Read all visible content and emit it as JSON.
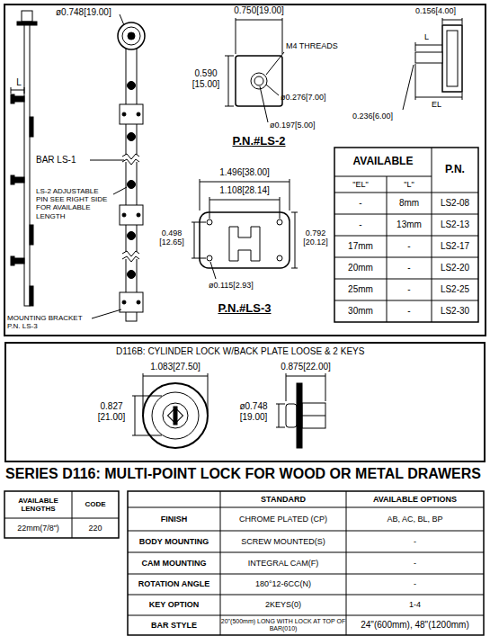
{
  "diagram": {
    "title": "SERIES D116: MULTI-POINT LOCK FOR WOOD OR METAL DRAWERS",
    "nodes": [
      {
        "text": [
          "D116B: CYLINDER LOCK W/BACK PLATE LOOSE & 2 KEYS"
        ]
      }
    ],
    "labels": [
      "ø0.748[19.00]",
      "L",
      "BAR LS-1",
      "LS-2 ADJUSTABLE PIN SEE RIGHT SIDE FOR AVAILABLE LENGTH",
      "MOUNTING BRACKET P.N. LS-3",
      "0.750[19.00]",
      "M4 THREADS",
      "0.590 [15.00]",
      "ø0.276[7.00]",
      "ø0.197[5.00]",
      "P.N.#LS-2",
      "0.156[4.00]",
      "L",
      "EL",
      "0.236[6.00]",
      "AVAILABLE",
      "P.N.",
      "\"EL\"",
      "\"L\"",
      "-",
      "8mm",
      "LS2-08",
      "-",
      "13mm",
      "LS2-13",
      "17mm",
      "-",
      "LS2-17",
      "20mm",
      "-",
      "LS2-20",
      "25mm",
      "-",
      "LS2-25",
      "30mm",
      "-",
      "LS2-30",
      "1.496[38.00]",
      "1.108[28.14]",
      "0.498 [12.65]",
      "0.792 [20.12]",
      "ø0.115[2.93]",
      "P.N.#LS-3",
      "1.083[27.50]",
      "0.875[22.00]",
      "0.827 [21.00]",
      "ø0.748 [19.00]",
      "AVAILABLE LENGTHS",
      "CODE",
      "22mm(7/8\")",
      "220",
      "STANDARD",
      "AVAILABLE OPTIONS",
      "FINISH",
      "CHROME PLATED (CP)",
      "AB, AC, BL, BP",
      "BODY MOUNTING",
      "SCREW MOUNTED(S)",
      "-",
      "CAM MOUNTING",
      "INTEGRAL CAM(F)",
      "-",
      "ROTATION ANGLE",
      "180°12-6CC(N)",
      "-",
      "KEY OPTION",
      "2KEYS(0)",
      "1-4",
      "BAR STYLE",
      "20\"(500mm) LONG WITH LOCK AT TOP OF BAR(010)",
      "24\"(600mm), 48\"(1200mm)"
    ]
  }
}
